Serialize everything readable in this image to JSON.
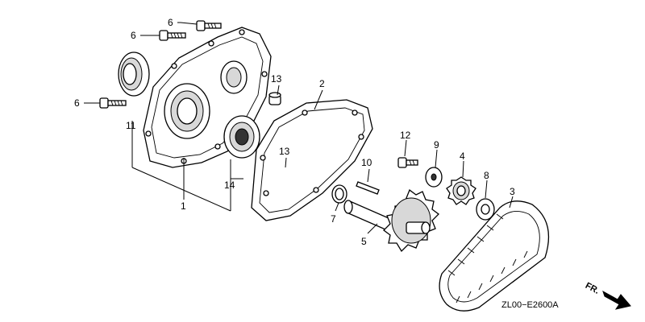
{
  "callouts": {
    "c1": "1",
    "c2": "2",
    "c3": "3",
    "c4": "4",
    "c5": "5",
    "c6a": "6",
    "c6b": "6",
    "c6c": "6",
    "c7": "7",
    "c8": "8",
    "c9": "9",
    "c10": "10",
    "c11": "11",
    "c12": "12",
    "c13a": "13",
    "c13b": "13",
    "c14": "14"
  },
  "diagram_code": "ZL00−E2600A",
  "front_marker": "FR."
}
